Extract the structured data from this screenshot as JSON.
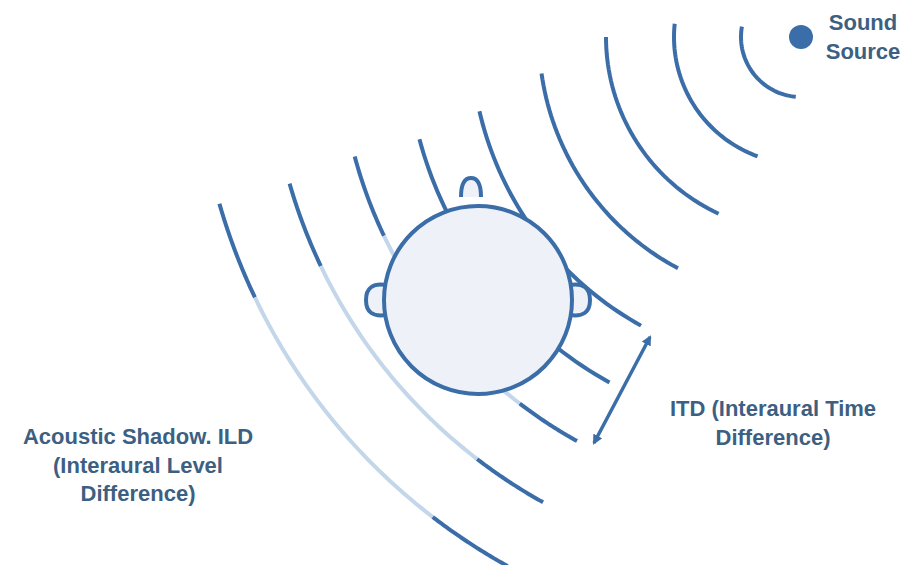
{
  "diagram": {
    "labels": [
      "Sound Source",
      "ITD (Interaural Time Difference)",
      "Acoustic Shadow. ILD (Interaural Level Difference)"
    ]
  }
}
